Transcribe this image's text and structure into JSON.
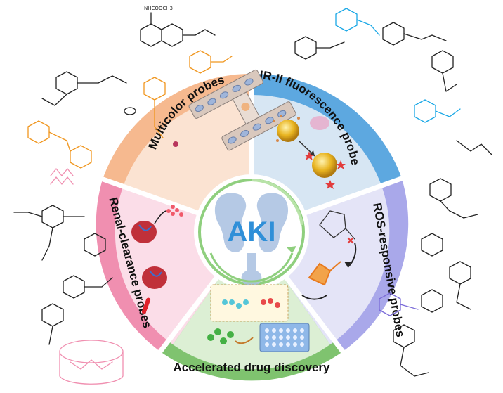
{
  "center": {
    "label": "AKI"
  },
  "segments": {
    "multicolor": {
      "label": "Multicolor probes",
      "color": "#f6b98f",
      "inner": "#fbe3d2"
    },
    "nir": {
      "label": "NIR-II fluorescence probes",
      "color": "#5da8e0",
      "inner": "#d7e6f3"
    },
    "ros": {
      "label": "ROS-responsive probes",
      "color": "#a9a8ea",
      "inner": "#e4e4f7"
    },
    "drug": {
      "label": "Accelerated drug discovery",
      "color": "#7fc36f",
      "inner": "#dcefd4"
    },
    "renal": {
      "label": "Renal-clearance probes",
      "color": "#f08fb0",
      "inner": "#fbdde8"
    }
  },
  "structure_labels": {
    "nhcooch3": "NHCOOCH3"
  }
}
